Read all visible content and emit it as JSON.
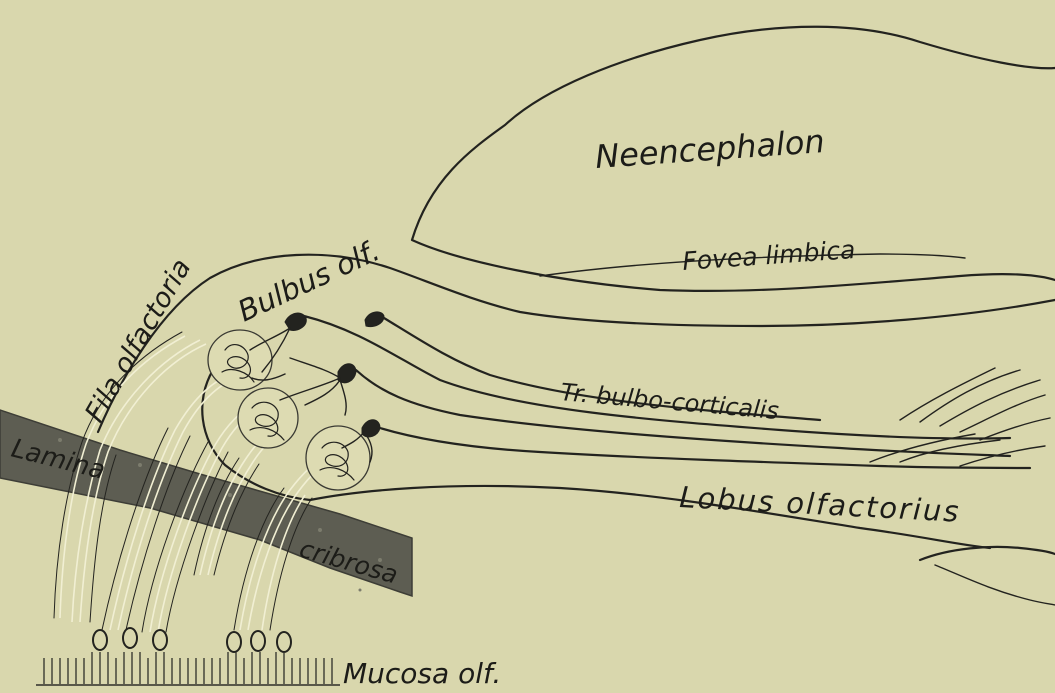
{
  "labels": {
    "neencephalon": "Neencephalon",
    "fovea_limbica": "Fovea limbica",
    "bulbus_olf": "Bulbus olf.",
    "fila_olfactoria": "Fila olfactoria",
    "tr_bulbo_corticalis": "Tr. bulbo-corticalis",
    "lamina": "Lamina",
    "cribrosa": "cribrosa",
    "lobus_olfactorius": "Lobus olfactorius",
    "mucosa_olf": "Mucosa olf."
  },
  "colors": {
    "background": "#d9d7ad",
    "lamina_band": "#5d5d52",
    "ink": "#23231f"
  }
}
